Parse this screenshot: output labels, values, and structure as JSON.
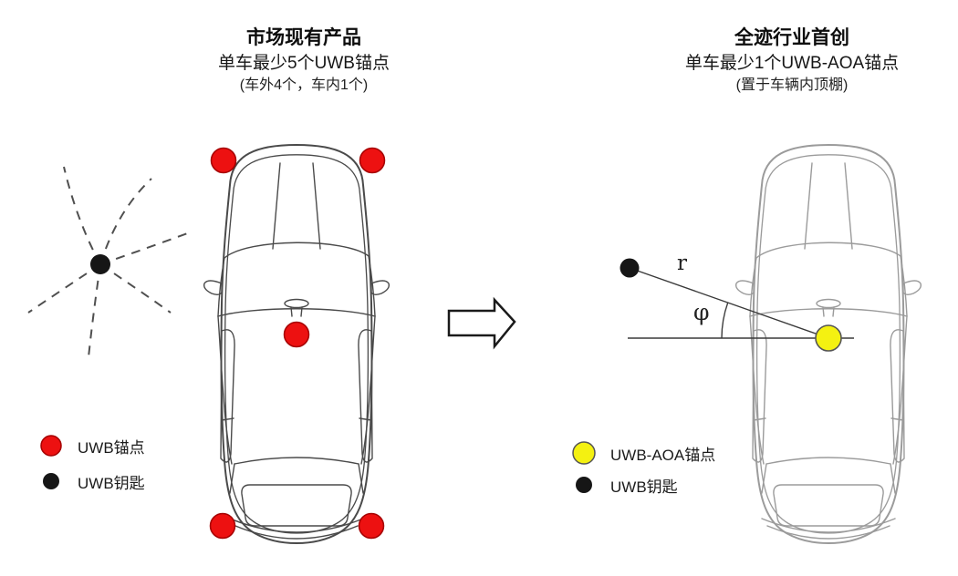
{
  "left_panel": {
    "title": "市场现有产品",
    "subtitle": "单车最少5个UWB锚点",
    "note": "(车外4个，车内1个)",
    "legend": [
      {
        "label": "UWB锚点",
        "color": "#ed1111"
      },
      {
        "label": "UWB钥匙",
        "color": "#161616"
      }
    ]
  },
  "right_panel": {
    "title": "全迹行业首创",
    "subtitle": "单车最少1个UWB-AOA锚点",
    "note": "(置于车辆内顶棚)",
    "legend": [
      {
        "label": "UWB-AOA锚点",
        "color": "#f4f111"
      },
      {
        "label": "UWB钥匙",
        "color": "#161616"
      }
    ],
    "range_label": "r",
    "angle_label": "φ"
  },
  "colors": {
    "uwb_anchor": "#ed1111",
    "uwb_aoa_anchor": "#f4f111",
    "uwb_key": "#161616"
  }
}
